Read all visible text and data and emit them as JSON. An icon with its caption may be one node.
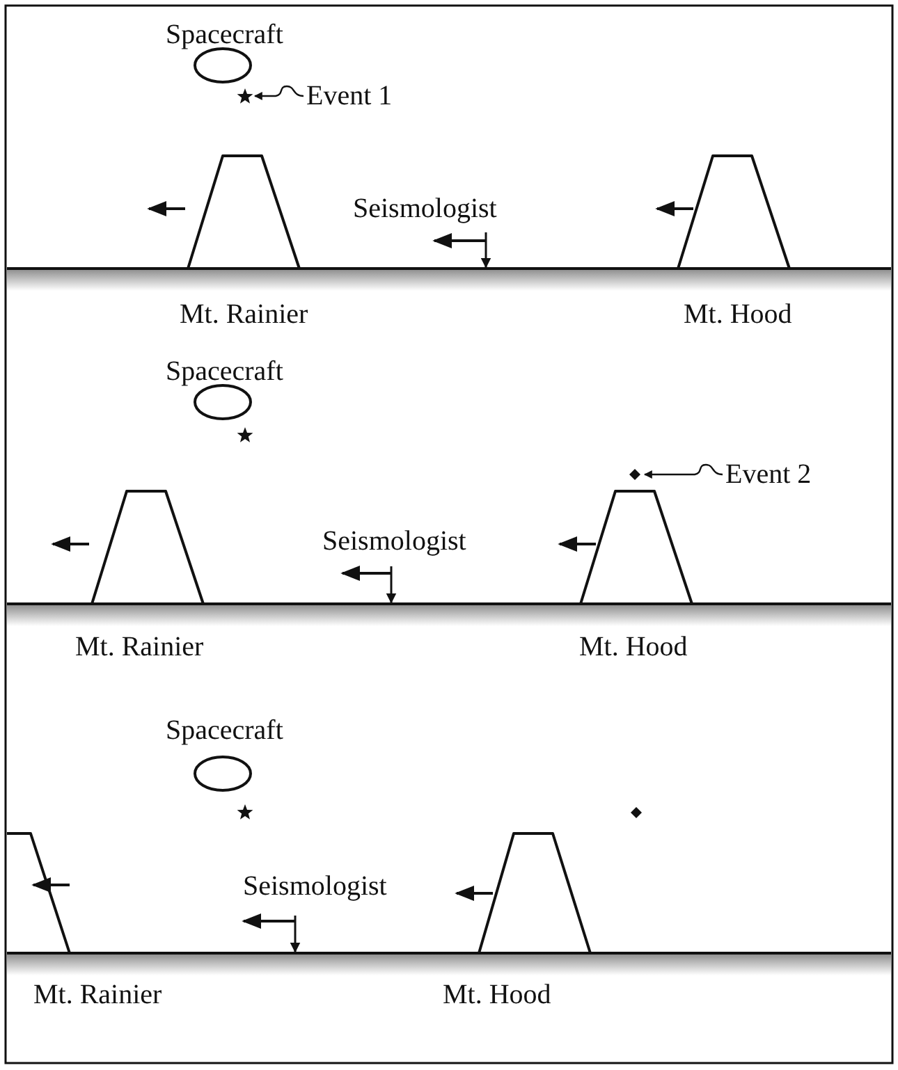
{
  "diagram": {
    "nodes": [
      {
        "text": [
          "Event 1"
        ]
      },
      {
        "text": [],
        "shape": "star"
      },
      {
        "text": [
          "Event 2"
        ]
      },
      {
        "text": [],
        "shape": "diamond"
      }
    ],
    "edges": [
      {
        "from": 0,
        "to": 1,
        "arrow": "to"
      },
      {
        "from": 2,
        "to": 3,
        "arrow": "to"
      }
    ],
    "labels": [
      "Spacecraft",
      "Seismologist",
      "Mt. Rainier",
      "Mt. Hood",
      "Spacecraft",
      "Seismologist",
      "Mt. Rainier",
      "Mt. Hood",
      "Spacecraft",
      "Seismologist",
      "Mt. Rainier",
      "Mt. Hood"
    ]
  }
}
